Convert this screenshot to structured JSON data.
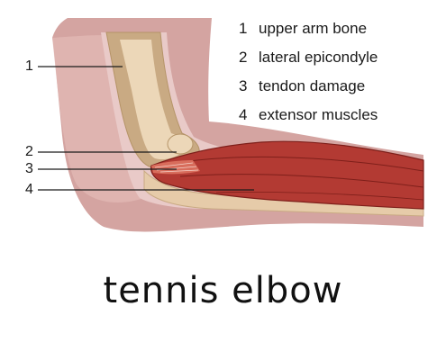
{
  "legend": [
    {
      "number": "1",
      "label": "upper arm bone"
    },
    {
      "number": "2",
      "label": "lateral epicondyle"
    },
    {
      "number": "3",
      "label": "tendon damage"
    },
    {
      "number": "4",
      "label": "extensor muscles"
    }
  ],
  "callouts": [
    "1",
    "2",
    "3",
    "4"
  ],
  "title": "tennis elbow"
}
